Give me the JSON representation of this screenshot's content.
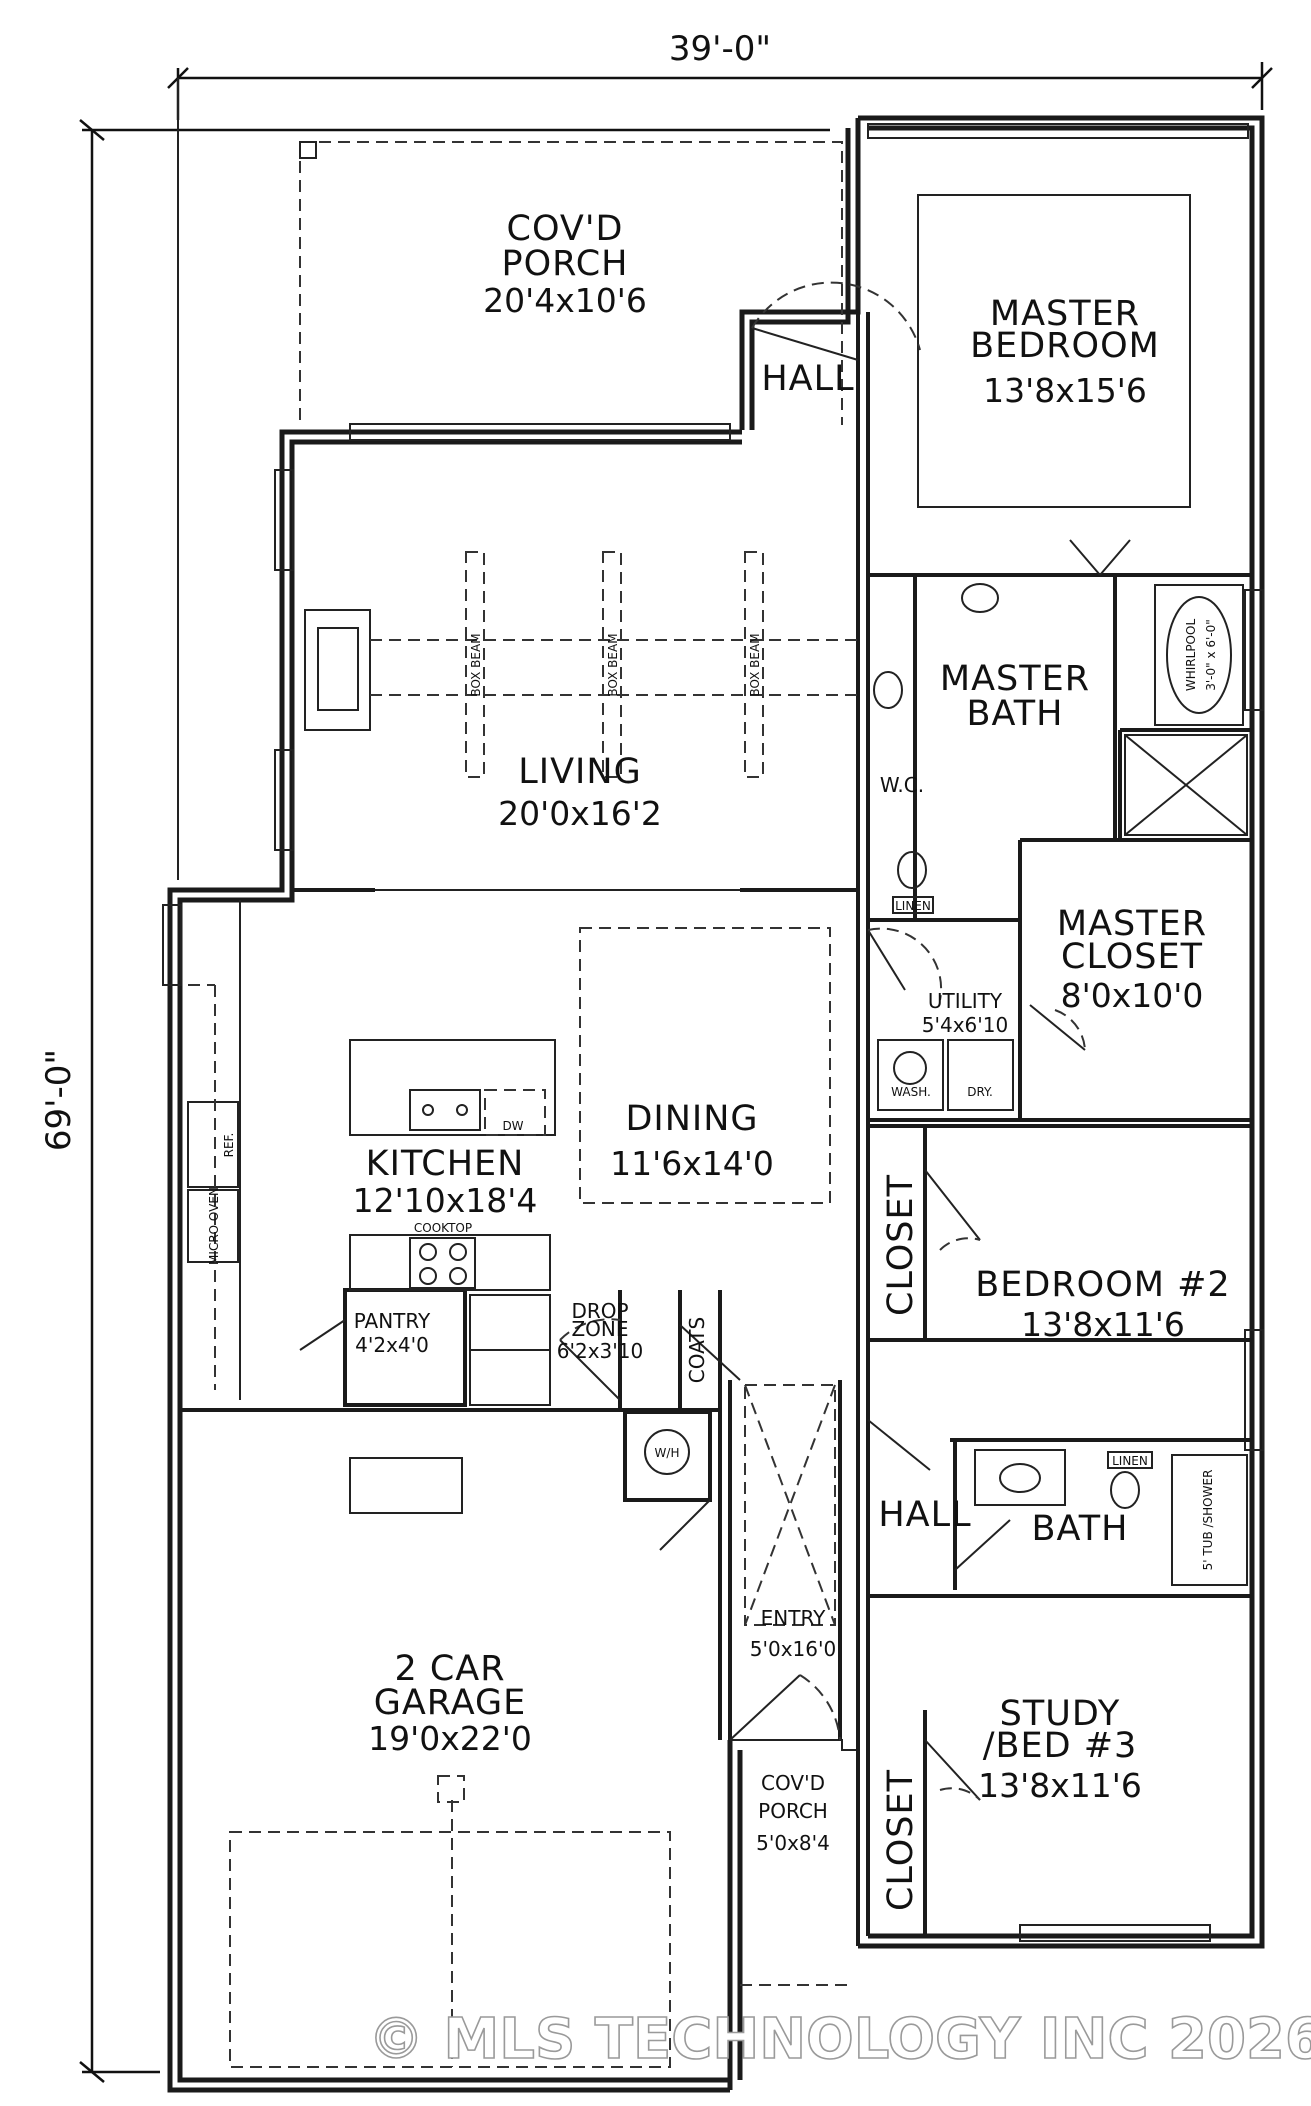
{
  "dimensions": {
    "width": "39'-0\"",
    "depth": "69'-0\""
  },
  "rooms": {
    "porch_rear": {
      "name_1": "COV'D",
      "name_2": "PORCH",
      "size": "20'4x10'6"
    },
    "hall_top": {
      "name": "HALL"
    },
    "master_bed": {
      "name_1": "MASTER",
      "name_2": "BEDROOM",
      "size": "13'8x15'6"
    },
    "living": {
      "name": "LIVING",
      "size": "20'0x16'2"
    },
    "master_bath": {
      "name_1": "MASTER",
      "name_2": "BATH"
    },
    "wc": {
      "name": "W.C."
    },
    "master_closet": {
      "name_1": "MASTER",
      "name_2": "CLOSET",
      "size": "8'0x10'0"
    },
    "utility": {
      "name": "UTILITY",
      "size": "5'4x6'10"
    },
    "dining": {
      "name": "DINING",
      "size": "11'6x14'0"
    },
    "kitchen": {
      "name": "KITCHEN",
      "size": "12'10x18'4"
    },
    "pantry": {
      "name": "PANTRY",
      "size": "4'2x4'0"
    },
    "drop_zone": {
      "name_1": "DROP",
      "name_2": "ZONE",
      "size": "6'2x3'10"
    },
    "coats": {
      "name": "COATS"
    },
    "closet_bed2": {
      "name": "CLOSET"
    },
    "bedroom2": {
      "name": "BEDROOM #2",
      "size": "13'8x11'6"
    },
    "hall_mid": {
      "name": "HALL"
    },
    "bath": {
      "name": "BATH"
    },
    "entry": {
      "name": "ENTRY",
      "size": "5'0x16'0"
    },
    "garage": {
      "name_1": "2 CAR",
      "name_2": "GARAGE",
      "size": "19'0x22'0"
    },
    "study": {
      "name_1": "STUDY",
      "name_2": "/BED #3",
      "size": "13'8x11'6"
    },
    "closet_study": {
      "name": "CLOSET"
    },
    "porch_front": {
      "name_1": "COV'D",
      "name_2": "PORCH",
      "size": "5'0x8'4"
    }
  },
  "fixtures": {
    "ref": "REF.",
    "micro_oven": "MICRO OVEN",
    "dw": "DW",
    "cooktop": "COOKTOP",
    "wash": "WASH.",
    "dry": "DRY.",
    "linen_wc": "LINEN",
    "linen_bath": "LINEN",
    "wh": "W/H",
    "whirlpool": "WHIRLPOOL",
    "whirlpool_size": "3'-0\" x 6'-0\"",
    "tub": "5' TUB /SHOWER",
    "box_beam": "BOX BEAM"
  },
  "watermark": "© MLS TECHNOLOGY INC 2026"
}
